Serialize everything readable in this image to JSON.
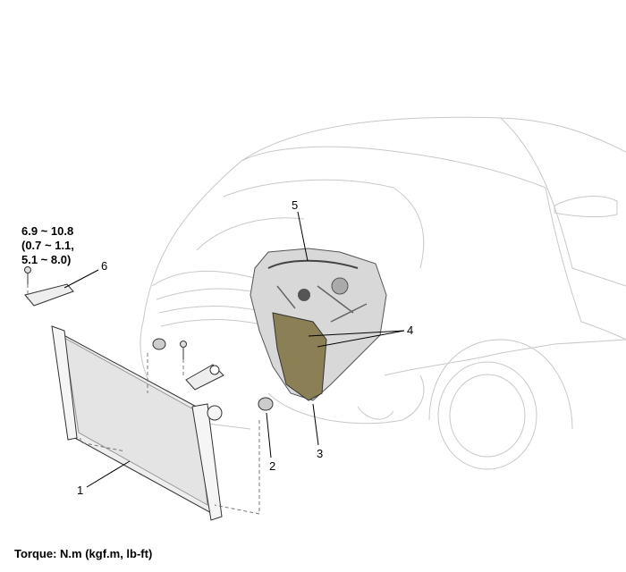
{
  "torque_spec": {
    "line1": "6.9 ~ 10.8",
    "line2": "(0.7 ~ 1.1,",
    "line3": "5.1 ~ 8.0)"
  },
  "callouts": {
    "c1": "1",
    "c2": "2",
    "c3": "3",
    "c4": "4",
    "c5": "5",
    "c6": "6"
  },
  "torque_note": "Torque:  N.m (kgf.m, lb-ft)"
}
